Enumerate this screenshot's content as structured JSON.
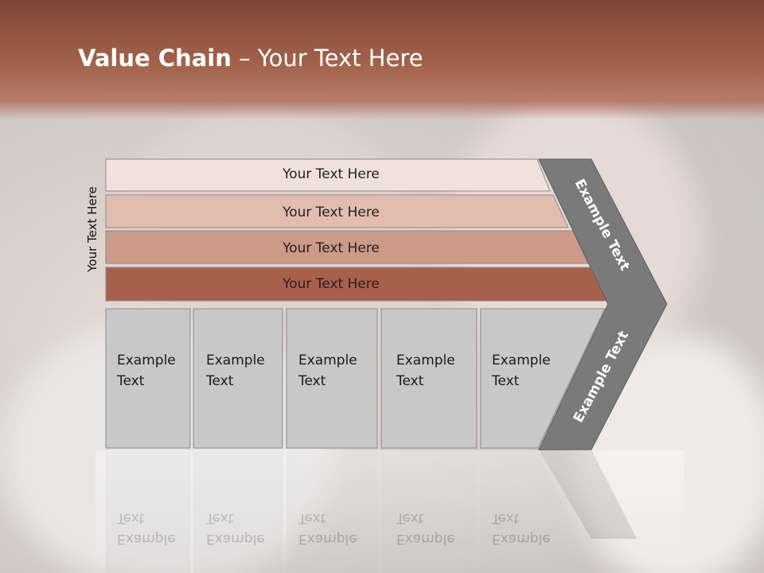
{
  "title": {
    "bold": "Value Chain",
    "rest": " – Your Text Here"
  },
  "side_label": "Your Text Here",
  "bars": [
    {
      "label": "Your Text Here",
      "color": "#f1e1dc"
    },
    {
      "label": "Your Text Here",
      "color": "#e2bcaf"
    },
    {
      "label": "Your Text Here",
      "color": "#cd9a87"
    },
    {
      "label": "Your Text Here",
      "color": "#a9604a"
    }
  ],
  "columns": [
    {
      "line1": "Example",
      "line2": "Text"
    },
    {
      "line1": "Example",
      "line2": "Text"
    },
    {
      "line1": "Example",
      "line2": "Text"
    },
    {
      "line1": "Example",
      "line2": "Text"
    },
    {
      "line1": "Example",
      "line2": "Text"
    }
  ],
  "chevron": {
    "upper": "Example Text",
    "lower": "Example Text",
    "color": "#7a7a7a"
  },
  "colors": {
    "header": "#8f5340",
    "column_fill": "#c8c8c8"
  }
}
